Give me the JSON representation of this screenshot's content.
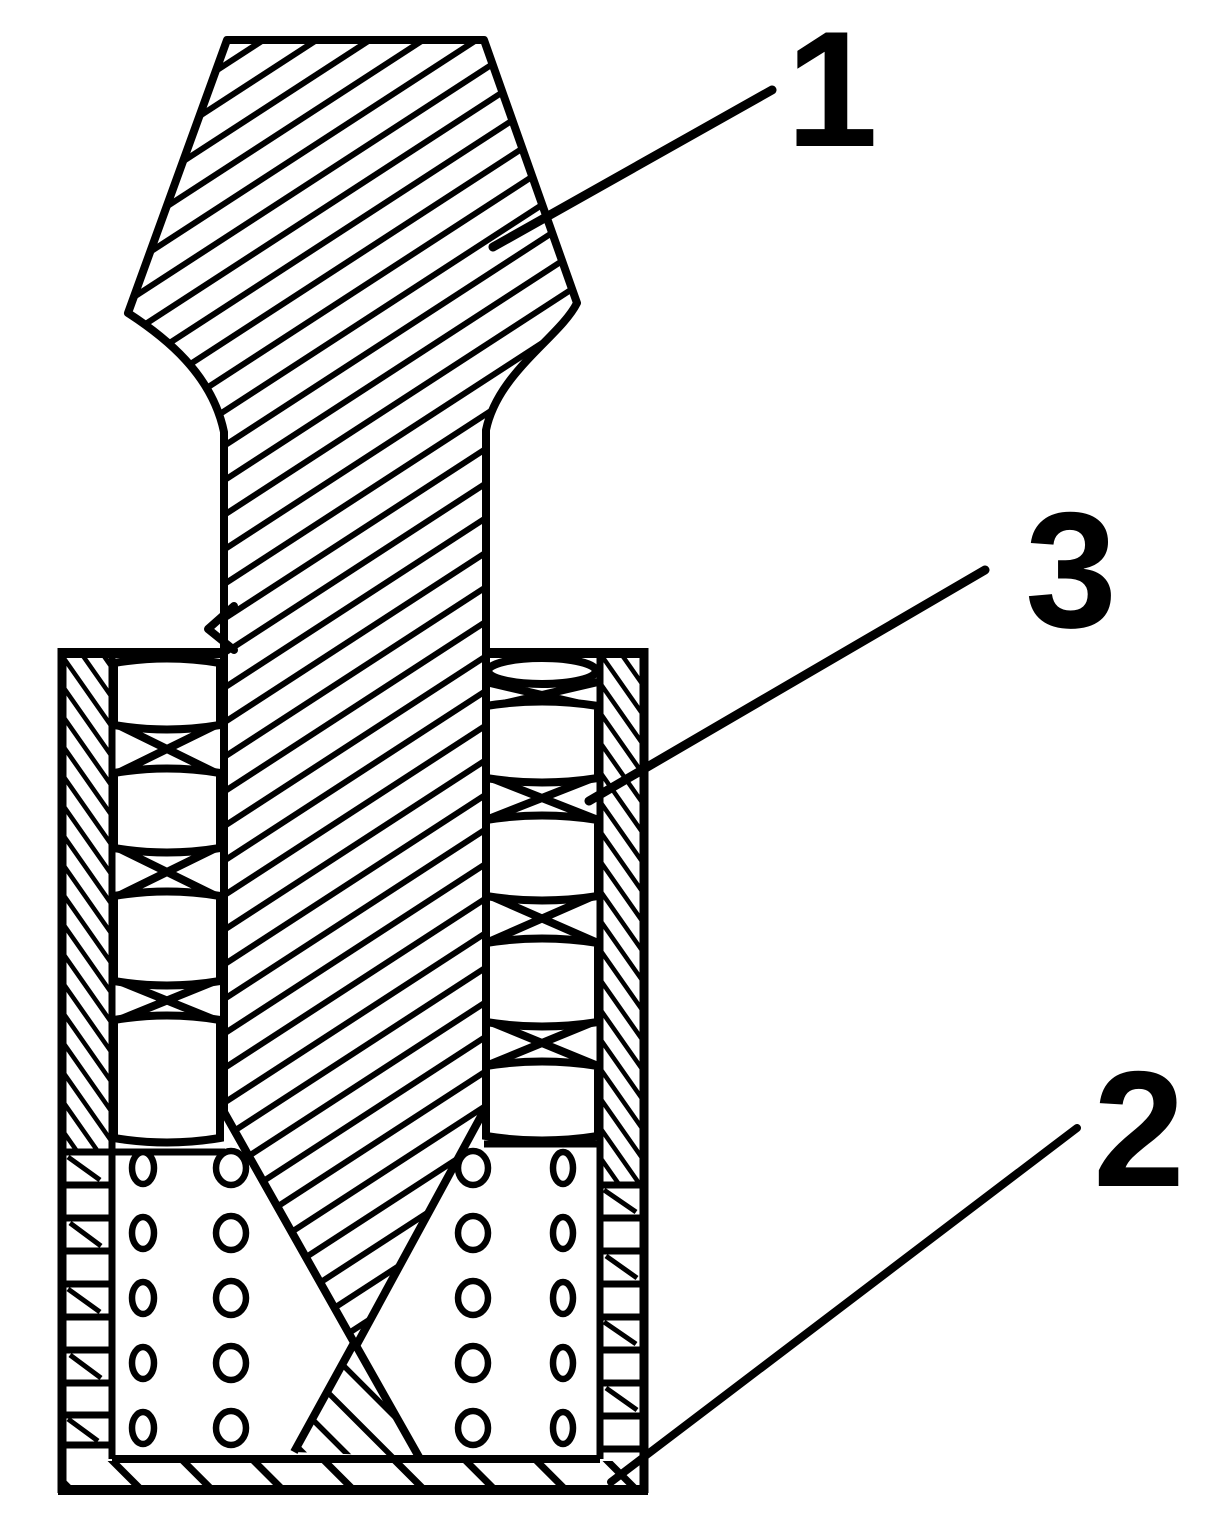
{
  "figure": {
    "background_color": "#ffffff",
    "ink_color": "#000000",
    "labels": [
      {
        "id": "part-1",
        "text": "1"
      },
      {
        "id": "part-3",
        "text": "3"
      },
      {
        "id": "part-2",
        "text": "2"
      }
    ]
  }
}
